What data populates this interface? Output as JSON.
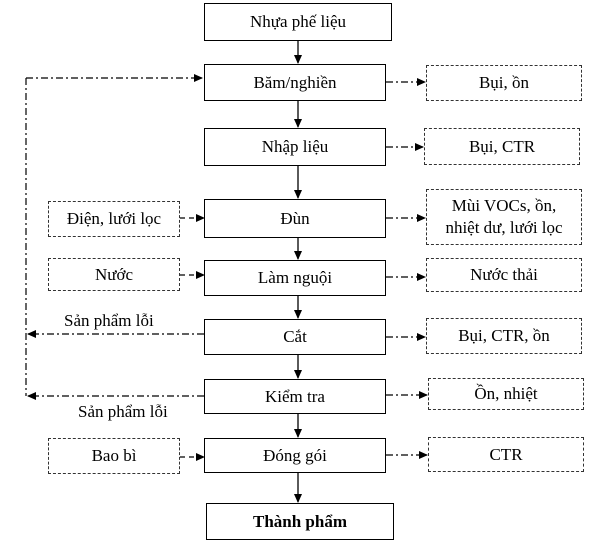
{
  "process_steps": [
    {
      "id": "s1",
      "label": "Nhựa phế liệu"
    },
    {
      "id": "s2",
      "label": "Băm/nghiền"
    },
    {
      "id": "s3",
      "label": "Nhập liệu"
    },
    {
      "id": "s4",
      "label": "Đùn"
    },
    {
      "id": "s5",
      "label": "Làm nguội"
    },
    {
      "id": "s6",
      "label": "Cắt"
    },
    {
      "id": "s7",
      "label": "Kiểm tra"
    },
    {
      "id": "s8",
      "label": "Đóng gói"
    },
    {
      "id": "s9",
      "label": "Thành phẩm"
    }
  ],
  "outputs": [
    {
      "id": "o1",
      "label": "Bụi, ồn"
    },
    {
      "id": "o2",
      "label": "Bụi, CTR"
    },
    {
      "id": "o3",
      "label": "Mùi VOCs, ồn,\nnhiệt dư, lưới lọc"
    },
    {
      "id": "o4",
      "label": "Nước thải"
    },
    {
      "id": "o5",
      "label": "Bụi, CTR, ồn"
    },
    {
      "id": "o6",
      "label": "Ồn, nhiệt"
    },
    {
      "id": "o7",
      "label": "CTR"
    }
  ],
  "inputs": [
    {
      "id": "i1",
      "label": "Điện, lưới lọc"
    },
    {
      "id": "i2",
      "label": "Nước"
    },
    {
      "id": "i3",
      "label": "Bao bì"
    }
  ],
  "feedback_labels": [
    {
      "id": "f1",
      "label": "Sản phẩm lỗi"
    },
    {
      "id": "f2",
      "label": "Sản phẩm lỗi"
    }
  ]
}
